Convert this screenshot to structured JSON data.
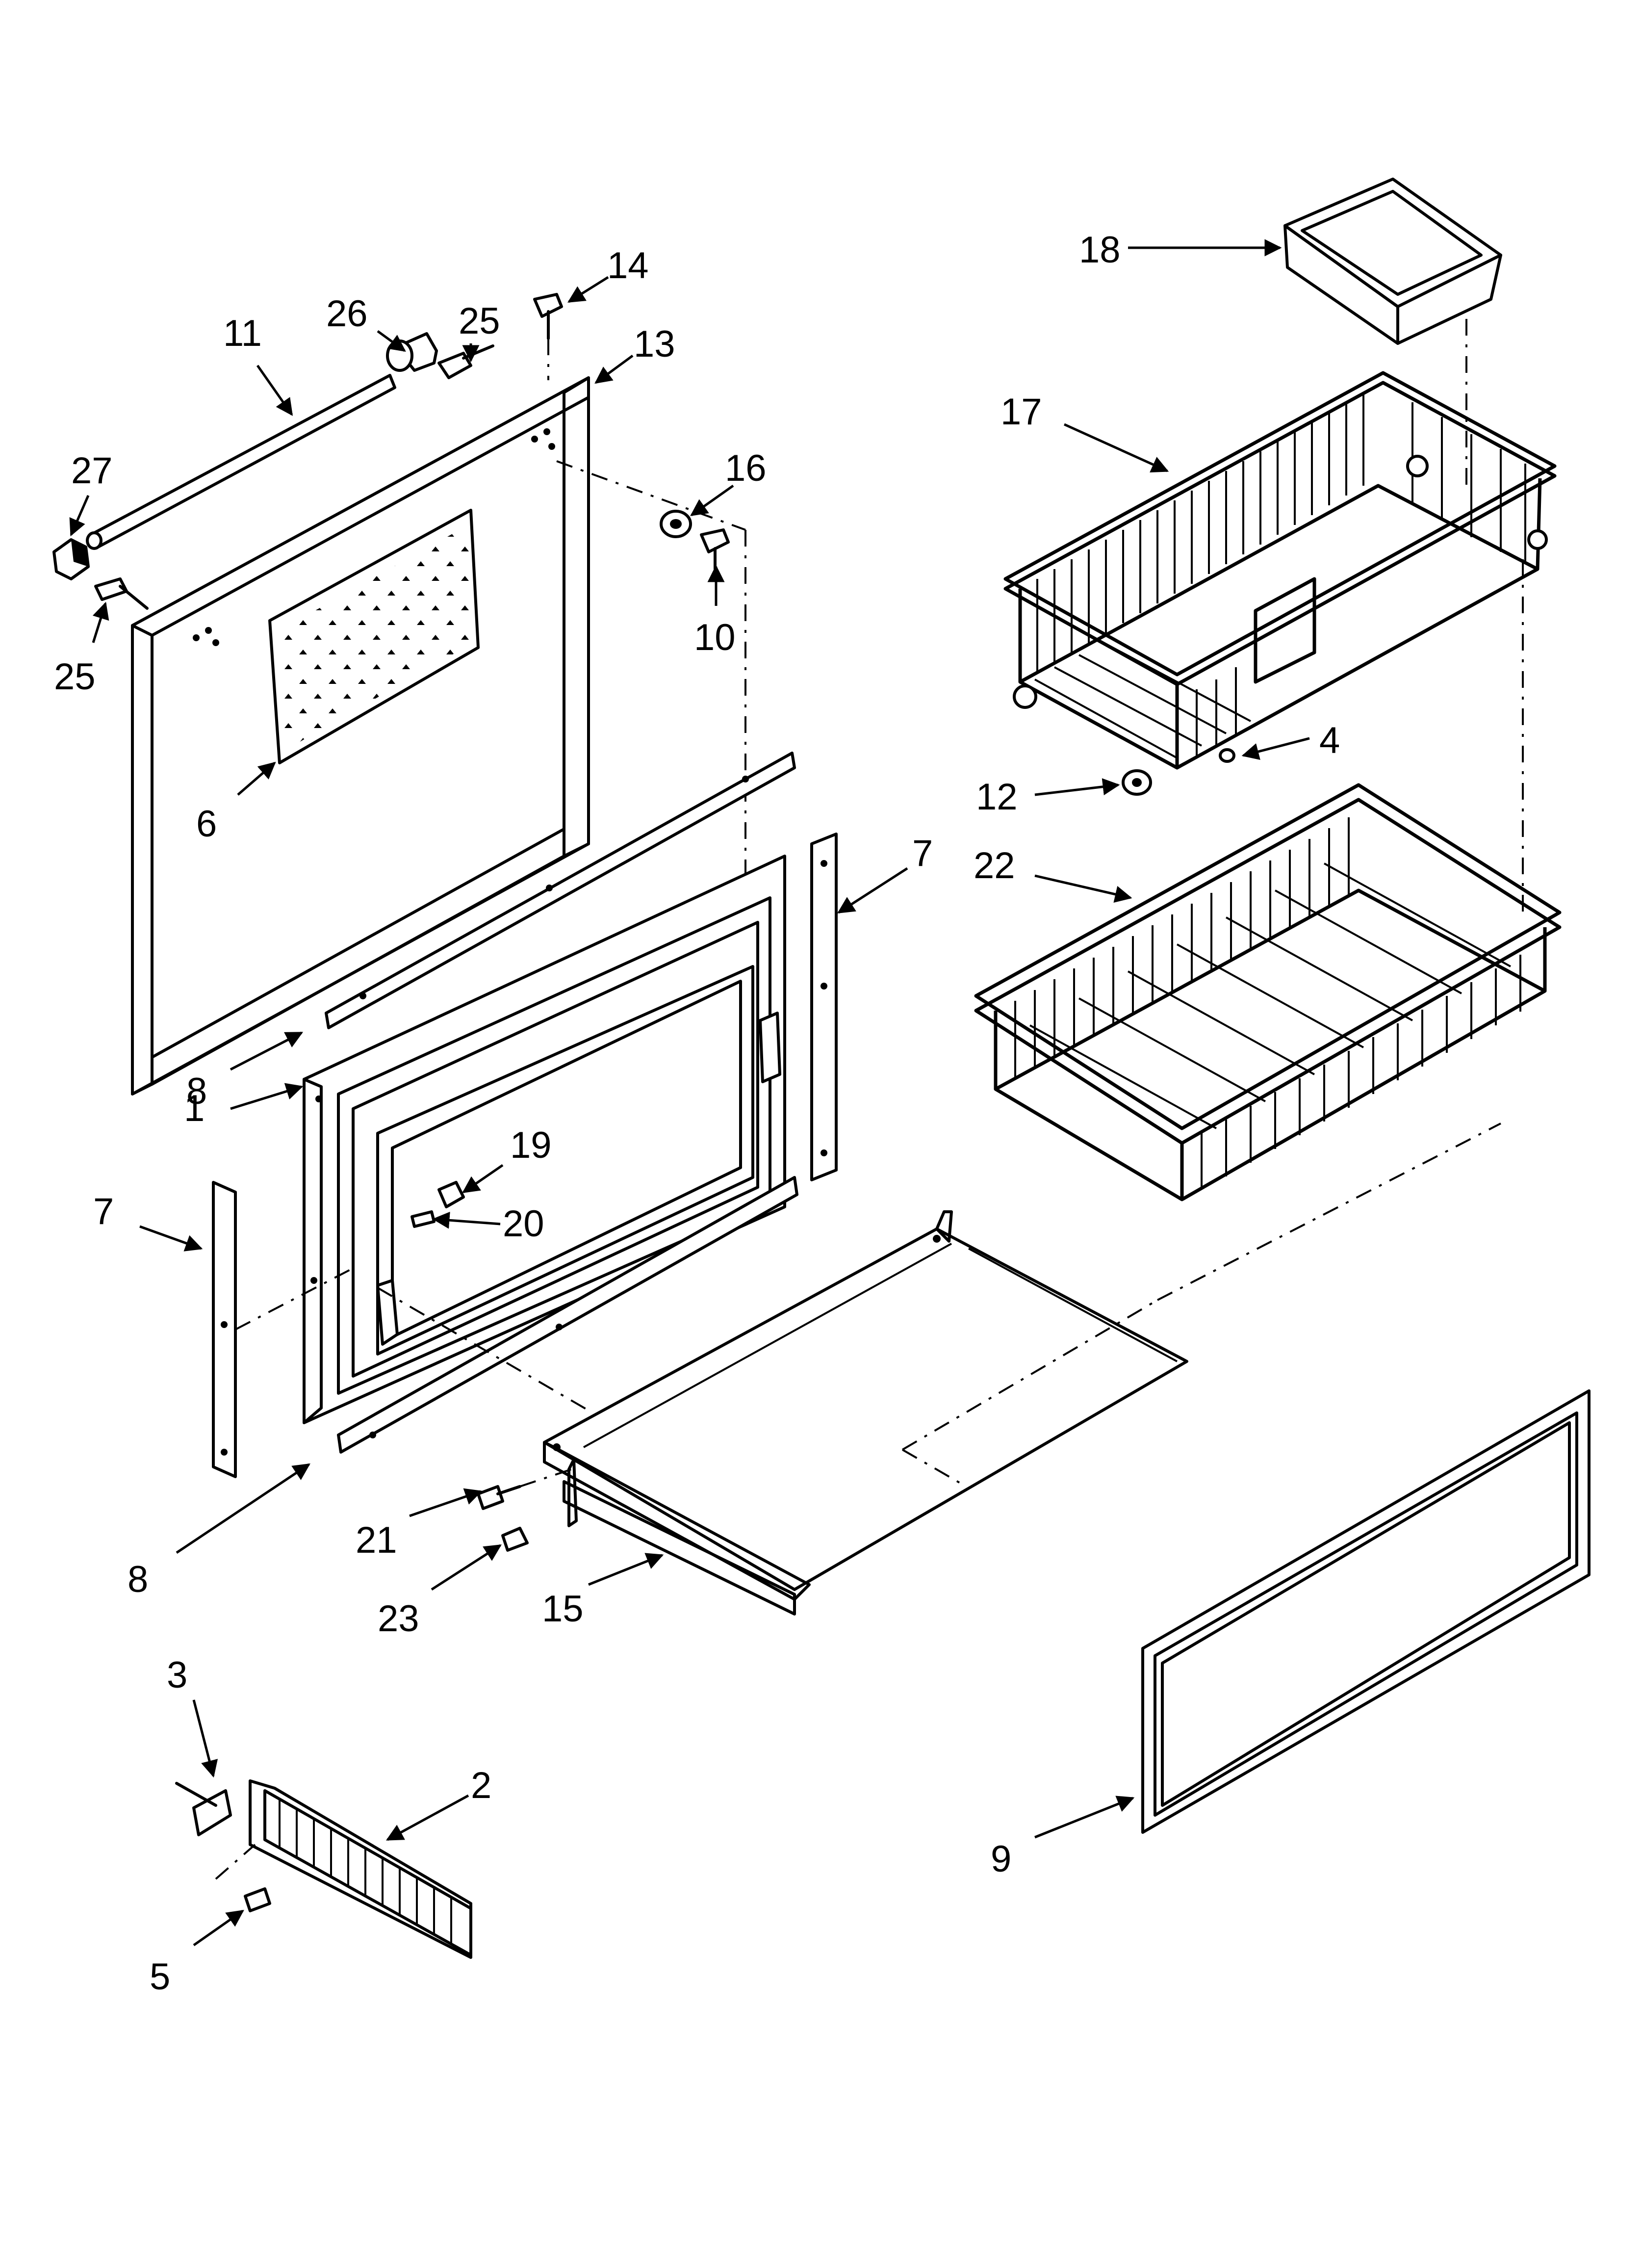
{
  "diagram": {
    "labels": [
      {
        "id": "1",
        "text": "1"
      },
      {
        "id": "2",
        "text": "2"
      },
      {
        "id": "3",
        "text": "3"
      },
      {
        "id": "4",
        "text": "4"
      },
      {
        "id": "5",
        "text": "5"
      },
      {
        "id": "6",
        "text": "6"
      },
      {
        "id": "7a",
        "text": "7"
      },
      {
        "id": "7b",
        "text": "7"
      },
      {
        "id": "8a",
        "text": "8"
      },
      {
        "id": "8b",
        "text": "8"
      },
      {
        "id": "9",
        "text": "9"
      },
      {
        "id": "10",
        "text": "10"
      },
      {
        "id": "11",
        "text": "11"
      },
      {
        "id": "12",
        "text": "12"
      },
      {
        "id": "13",
        "text": "13"
      },
      {
        "id": "14",
        "text": "14"
      },
      {
        "id": "15",
        "text": "15"
      },
      {
        "id": "16",
        "text": "16"
      },
      {
        "id": "17",
        "text": "17"
      },
      {
        "id": "18",
        "text": "18"
      },
      {
        "id": "19",
        "text": "19"
      },
      {
        "id": "20",
        "text": "20"
      },
      {
        "id": "21",
        "text": "21"
      },
      {
        "id": "22",
        "text": "22"
      },
      {
        "id": "23",
        "text": "23"
      },
      {
        "id": "25a",
        "text": "25"
      },
      {
        "id": "25b",
        "text": "25"
      },
      {
        "id": "26",
        "text": "26"
      },
      {
        "id": "27",
        "text": "27"
      }
    ]
  }
}
